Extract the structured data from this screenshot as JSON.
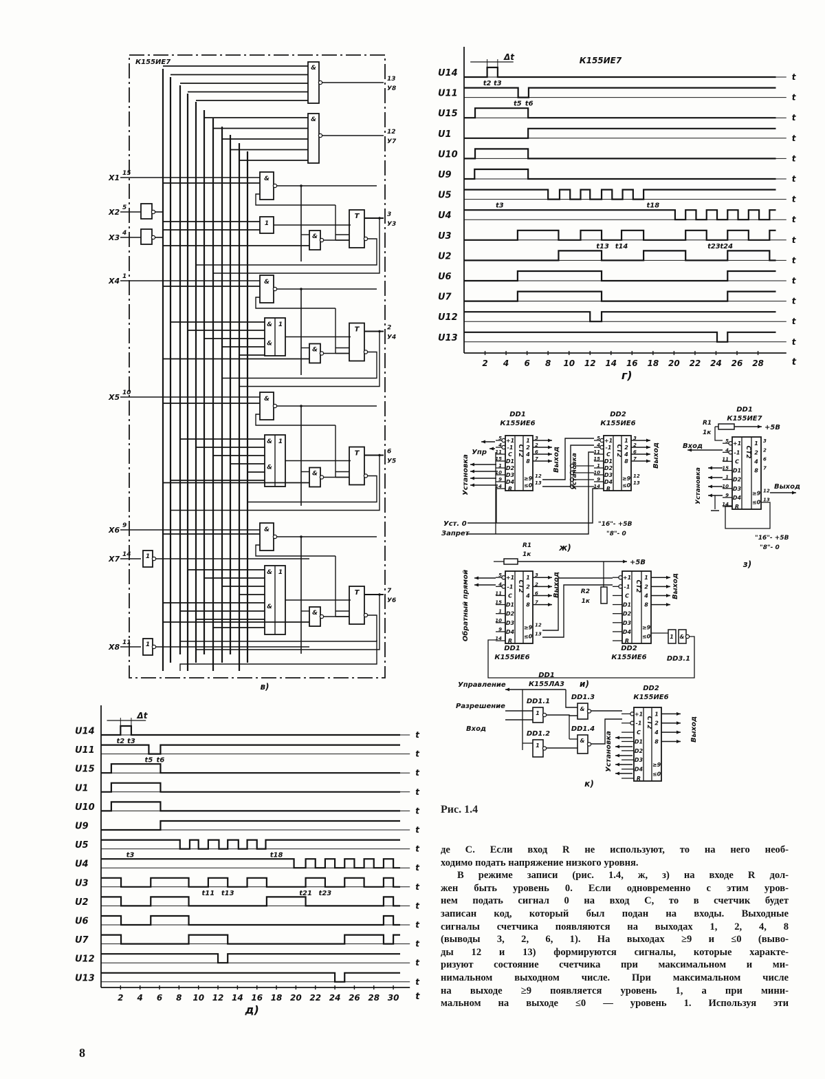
{
  "page_number": "8",
  "figure_caption": "Рис. 1.4",
  "body_text": {
    "p1": [
      "де С. Если вход R не используют, то на него необ-",
      "ходимо подать напряжение низкого уровня."
    ],
    "p2": [
      "В режиме записи (рис. 1.4, ж, з) на входе R дол-",
      "жен быть уровень 0. Если одновременно с этим уров-",
      "нем подать сигнал 0 на вход С, то в счетчик будет",
      "записан код, который был подан на входы. Выходные",
      "сигналы счетчика появляются на выходах 1, 2, 4, 8",
      "(выводы 3, 2, 6, 1). На выходах ≥9 и ≤0 (выво-",
      "ды 12 и 13) формируются сигналы, которые характе-",
      "ризуют состояние счетчика при максимальном и ми-",
      "нимальном выходном числе. При максимальном числе",
      "на выходе ≥9 появляется уровень 1, а при мини-",
      "мальном на выходе ≤0 — уровень 1. Используя эти"
    ]
  },
  "gate_symbols": {
    "and": "&",
    "or": "1",
    "trigger": "T",
    "inv": "1"
  },
  "counter_chip": {
    "ct_label": "СТ2",
    "left_labels": [
      "+1",
      "-1",
      "C",
      "D1",
      "D2",
      "D3",
      "D4",
      "R"
    ],
    "left_pins": [
      "5",
      "4",
      "11",
      "15",
      "1",
      "10",
      "9",
      "14"
    ],
    "right_labels": [
      "1",
      "2",
      "4",
      "8",
      "≥9",
      "≤0"
    ],
    "right_pins": [
      "3",
      "2",
      "6",
      "7",
      "12",
      "13"
    ]
  },
  "fig_v": {
    "chip_title": "К155ИЕ7",
    "caption": "в)",
    "inputs": [
      {
        "name": "Х1",
        "pin": "15"
      },
      {
        "name": "Х2",
        "pin": "5"
      },
      {
        "name": "Х3",
        "pin": "4"
      },
      {
        "name": "Х4",
        "pin": "1"
      },
      {
        "name": "Х5",
        "pin": "10"
      },
      {
        "name": "Х6",
        "pin": "9"
      },
      {
        "name": "Х7",
        "pin": "14"
      },
      {
        "name": "Х8",
        "pin": "11"
      }
    ],
    "outputs": [
      {
        "pin": "13",
        "name": "У8"
      },
      {
        "pin": "12",
        "name": "У7"
      },
      {
        "pin": "3",
        "name": "У3"
      },
      {
        "pin": "2",
        "name": "У4"
      },
      {
        "pin": "6",
        "name": "У5"
      },
      {
        "pin": "7",
        "name": "У6"
      }
    ]
  },
  "fig_g": {
    "title": "К155ИЕ7",
    "delta": "Δt",
    "caption": "г)",
    "t_label": "t",
    "t_end": 30,
    "ticks": [
      2,
      4,
      6,
      8,
      10,
      12,
      14,
      16,
      18,
      20,
      22,
      24,
      26,
      28
    ],
    "signals": [
      {
        "label": "U14",
        "init": 0,
        "toggles": [
          2.2,
          3.2
        ],
        "marks": [
          {
            "t": 2.2,
            "label": "t2"
          },
          {
            "t": 3.2,
            "label": "t3"
          }
        ]
      },
      {
        "label": "U11",
        "init": 1,
        "toggles": [
          5.15,
          6.15
        ],
        "marks": [
          {
            "t": 5.1,
            "label": "t5"
          },
          {
            "t": 6.2,
            "label": "t6"
          }
        ]
      },
      {
        "label": "U15",
        "init": 0,
        "toggles": [
          1.05,
          6.1
        ],
        "marks": []
      },
      {
        "label": "U1",
        "init": 0,
        "toggles": [
          6.1
        ],
        "marks": []
      },
      {
        "label": "U10",
        "init": 0,
        "toggles": [
          1.05,
          6.1
        ],
        "marks": []
      },
      {
        "label": "U9",
        "init": 0,
        "toggles": [
          1.0,
          6.1
        ],
        "marks": []
      },
      {
        "label": "U5",
        "init": 1,
        "toggles": [
          8,
          9.1,
          10.1,
          11.1,
          12,
          13.1,
          14.1,
          15.1,
          16.1,
          17.1
        ],
        "marks": [
          {
            "t": 3.4,
            "label": "t3"
          },
          {
            "t": 18,
            "label": "t18"
          }
        ]
      },
      {
        "label": "U4",
        "init": 1,
        "toggles": [
          20.1,
          21.1,
          22.1,
          23.1,
          24.1,
          25.1,
          26.1,
          27.1,
          28.1,
          29.1
        ],
        "marks": []
      },
      {
        "label": "U3",
        "init": 0,
        "toggles": [
          5.1,
          9,
          11.1,
          13.1,
          15,
          17.1,
          21.1,
          23.1,
          25.1,
          27.1,
          29.1
        ],
        "marks": [
          {
            "t": 13.2,
            "label": "t13"
          },
          {
            "t": 15,
            "label": "t14"
          },
          {
            "t": 23.8,
            "label": "t23"
          },
          {
            "t": 25,
            "label": "t24"
          }
        ]
      },
      {
        "label": "U2",
        "init": 0,
        "toggles": [
          9,
          13.1,
          17.1,
          21.1,
          25.1,
          29.1
        ],
        "marks": []
      },
      {
        "label": "U6",
        "init": 0,
        "toggles": [
          5.1,
          13.1,
          25.1
        ],
        "marks": []
      },
      {
        "label": "U7",
        "init": 0,
        "toggles": [
          5.1,
          13.1,
          25.1
        ],
        "marks": []
      },
      {
        "label": "U12",
        "init": 1,
        "toggles": [
          12,
          13.1
        ],
        "marks": []
      },
      {
        "label": "U13",
        "init": 1,
        "toggles": [
          24.1,
          25.1
        ],
        "marks": []
      }
    ]
  },
  "fig_d": {
    "delta": "Δt",
    "caption": "д)",
    "t_label": "t",
    "t_end": 31,
    "ticks": [
      2,
      4,
      6,
      8,
      10,
      12,
      14,
      16,
      18,
      20,
      22,
      24,
      26,
      28,
      30
    ],
    "signals": [
      {
        "label": "U14",
        "init": 0,
        "toggles": [
          2,
          3.1
        ],
        "marks": [
          {
            "t": 2,
            "label": "t2"
          },
          {
            "t": 3.1,
            "label": "t3"
          }
        ]
      },
      {
        "label": "U11",
        "init": 1,
        "toggles": [
          4.9,
          6.1
        ],
        "marks": [
          {
            "t": 4.9,
            "label": "t5"
          },
          {
            "t": 6.1,
            "label": "t6"
          }
        ]
      },
      {
        "label": "U15",
        "init": 0,
        "toggles": [
          1.05,
          6.1
        ],
        "marks": []
      },
      {
        "label": "U1",
        "init": 0,
        "toggles": [
          1.05,
          6.1
        ],
        "marks": []
      },
      {
        "label": "U10",
        "init": 0,
        "toggles": [
          1.05,
          6.1
        ],
        "marks": []
      },
      {
        "label": "U9",
        "init": 0,
        "toggles": [
          6.1
        ],
        "marks": []
      },
      {
        "label": "U5",
        "init": 1,
        "toggles": [
          8.1,
          9.1,
          10,
          11,
          12.1,
          13,
          14.1,
          15,
          16,
          16.9
        ],
        "marks": [
          {
            "t": 3,
            "label": "t3"
          },
          {
            "t": 18,
            "label": "t18"
          }
        ]
      },
      {
        "label": "U4",
        "init": 1,
        "toggles": [
          19.8,
          21,
          22,
          23,
          24,
          25,
          26,
          27,
          28,
          29,
          30
        ],
        "marks": []
      },
      {
        "label": "U3",
        "init": 1,
        "toggles": [
          2.05,
          5.1,
          9,
          11,
          13,
          15,
          17,
          21,
          23,
          25,
          27,
          29,
          30
        ],
        "marks": [
          {
            "t": 11,
            "label": "t11"
          },
          {
            "t": 13,
            "label": "t13"
          },
          {
            "t": 21,
            "label": "t21"
          },
          {
            "t": 23,
            "label": "t23"
          }
        ]
      },
      {
        "label": "U2",
        "init": 1,
        "toggles": [
          2.05,
          5.1,
          9,
          17,
          21,
          29,
          30
        ],
        "marks": []
      },
      {
        "label": "U6",
        "init": 1,
        "toggles": [
          2.05,
          5.1,
          9,
          29,
          30
        ],
        "marks": []
      },
      {
        "label": "U7",
        "init": 1,
        "toggles": [
          2.05,
          9,
          13,
          25,
          29,
          30
        ],
        "marks": []
      },
      {
        "label": "U12",
        "init": 1,
        "toggles": [
          12,
          13
        ],
        "marks": []
      },
      {
        "label": "U13",
        "init": 1,
        "toggles": [
          24,
          25
        ],
        "marks": []
      }
    ]
  },
  "fig_zh": {
    "caption": "ж)",
    "dd1": [
      "DD1",
      "К155ИЕ6"
    ],
    "dd2": [
      "DD2",
      "К155ИЕ6"
    ],
    "control": "Упр",
    "setup": "Установка",
    "output": "Выход",
    "reset": "Уст. 0",
    "inhibit": "Запрет",
    "power_note": [
      "\"16\"- +5В",
      "\"8\"- 0"
    ]
  },
  "fig_z": {
    "caption": "з)",
    "dd1": [
      "DD1",
      "К155ИЕ7"
    ],
    "r1": [
      "R1",
      "1к"
    ],
    "supply": "+5В",
    "input": "Вход",
    "setup": "Установка",
    "output": "Выход",
    "power_note": [
      "\"16\"- +5В",
      "\"8\"- 0"
    ]
  },
  "fig_i": {
    "caption": "и)",
    "dd1": [
      "DD1",
      "К155ИЕ6"
    ],
    "dd2": [
      "DD2",
      "К155ИЕ6"
    ],
    "dd3": "DD3.1",
    "r1": [
      "R1",
      "1к"
    ],
    "r2": [
      "R2",
      "1к"
    ],
    "supply": "+5В",
    "direction": "Обратный прямой",
    "output": "Выход"
  },
  "fig_k": {
    "caption": "к)",
    "dd1": [
      "DD1",
      "К155ЛА3"
    ],
    "dd2": [
      "DD2",
      "К155ИЕ6"
    ],
    "gates": [
      "DD1.1",
      "DD1.2",
      "DD1.3",
      "DD1.4"
    ],
    "control": "Управление",
    "enable": "Разрешение",
    "input": "Вход",
    "setup": "Установка",
    "output": "Выход"
  }
}
